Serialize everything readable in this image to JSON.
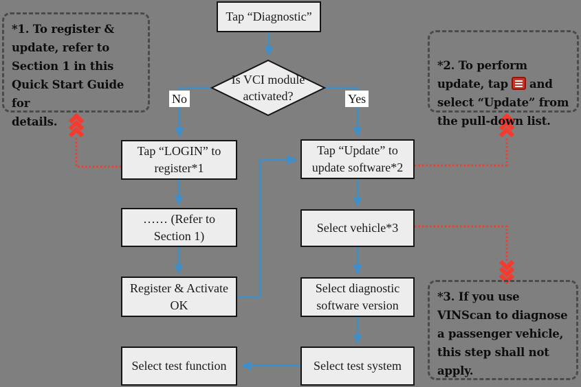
{
  "colors": {
    "background": "#7f7f7f",
    "node_fill": "#ededed",
    "node_border": "#141414",
    "arrow_blue": "#3e8ec9",
    "connector_red": "#f8392d",
    "callout_border": "#4a4a4a",
    "menu_icon_fill": "#c5372b",
    "menu_icon_border": "#86180d"
  },
  "flow": {
    "start": "Tap “Diagnostic”",
    "decision": "Is VCI module\nactivated?",
    "branch_no": "No",
    "branch_yes": "Yes",
    "login": "Tap “LOGIN” to\nregister*1",
    "refer": "…… (Refer to\nSection 1)",
    "register_ok": "Register & Activate\nOK",
    "test_function": "Select test function",
    "update": "Tap “Update” to\nupdate software*2",
    "vehicle": "Select vehicle*3",
    "version": "Select diagnostic\nsoftware version",
    "test_system": "Select test system"
  },
  "callouts": {
    "note1": "*1. To register &\nupdate, refer to\nSection 1 in this\nQuick Start Guide for\ndetails.",
    "note2_part1": "*2. To perform\nupdate, tap",
    "note2_icon": "menu-icon",
    "note2_part2": "and\nselect “Update” from\nthe pull-down list.",
    "note3": "*3. If you use\nVINScan to diagnose\na passenger vehicle,\nthis step shall not\napply."
  }
}
